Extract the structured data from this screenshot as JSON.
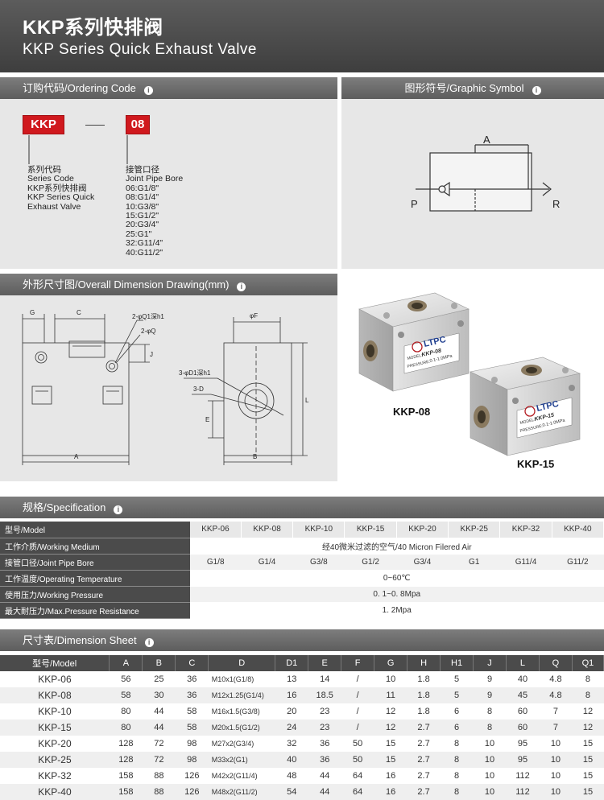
{
  "header": {
    "title_cn": "KKP系列快排阀",
    "title_en": "KKP Series Quick Exhaust Valve"
  },
  "ordering": {
    "bar_label": "订购代码/Ordering  Code",
    "series_code": "KKP",
    "bore_code": "08",
    "series_text": "系列代码\nSeries Code\nKKP系列快排阀\nKKP Series Quick\nExhaust Valve",
    "bore_text": "接管口径\nJoint Pipe Bore\n06:G1/8\"\n08:G1/4\"\n10:G3/8\"\n15:G1/2\"\n20:G3/4\"\n25:G1\"\n32:G11/4\"\n40:G11/2\""
  },
  "graphic_symbol": {
    "bar_label": "图形符号/Graphic Symbol",
    "port_a": "A",
    "port_p": "P",
    "port_r": "R"
  },
  "drawing": {
    "bar_label": "外形尺寸图/Overall Dimension Drawing(mm)",
    "labels": {
      "g": "G",
      "c": "C",
      "q1": "2-φQ1深h1",
      "q": "2-φQ",
      "j": "J",
      "a": "A",
      "f": "φF",
      "d1": "3-φD1深h1",
      "d": "3-D",
      "l": "L",
      "e": "E",
      "b": "B"
    }
  },
  "photo": {
    "brand": "LTPC",
    "model_08": "KKP-08",
    "model_15": "KKP-15",
    "plate_model_label": "MODEL:",
    "plate_pressure_label": "PRESSURE:",
    "plate_pressure": "0.1-1.0MPa",
    "caption_08": "KKP-08",
    "caption_15": "KKP-15"
  },
  "specification": {
    "bar_label": "规格/Specification",
    "header_label": "型号/Model",
    "models": [
      "KKP-06",
      "KKP-08",
      "KKP-10",
      "KKP-15",
      "KKP-20",
      "KKP-25",
      "KKP-32",
      "KKP-40"
    ],
    "working_medium_label": "工作介质/Working Medium",
    "working_medium": "经40微米过滤的空气/40 Micron Filered Air",
    "pipe_bore_label": "接管口径/Joint Pipe Bore",
    "pipe_bores": [
      "G1/8",
      "G1/4",
      "G3/8",
      "G1/2",
      "G3/4",
      "G1",
      "G11/4",
      "G11/2"
    ],
    "temperature_label": "工作温度/Operating Temperature",
    "temperature": "0~60℃",
    "pressure_label": "使用压力/Working Pressure",
    "pressure": "0. 1~0. 8Mpa",
    "max_pressure_label": "最大耐压力/Max.Pressure Resistance",
    "max_pressure": "1. 2Mpa"
  },
  "dimension_sheet": {
    "bar_label": "尺寸表/Dimension Sheet",
    "columns": [
      "型号/Model",
      "A",
      "B",
      "C",
      "D",
      "D1",
      "E",
      "F",
      "G",
      "H",
      "H1",
      "J",
      "L",
      "Q",
      "Q1"
    ],
    "rows": [
      [
        "KKP-06",
        "56",
        "25",
        "36",
        "M10x1(G1/8)",
        "13",
        "14",
        "/",
        "10",
        "1.8",
        "5",
        "9",
        "40",
        "4.8",
        "8"
      ],
      [
        "KKP-08",
        "58",
        "30",
        "36",
        "M12x1.25(G1/4)",
        "16",
        "18.5",
        "/",
        "11",
        "1.8",
        "5",
        "9",
        "45",
        "4.8",
        "8"
      ],
      [
        "KKP-10",
        "80",
        "44",
        "58",
        "M16x1.5(G3/8)",
        "20",
        "23",
        "/",
        "12",
        "1.8",
        "6",
        "8",
        "60",
        "7",
        "12"
      ],
      [
        "KKP-15",
        "80",
        "44",
        "58",
        "M20x1.5(G1/2)",
        "24",
        "23",
        "/",
        "12",
        "2.7",
        "6",
        "8",
        "60",
        "7",
        "12"
      ],
      [
        "KKP-20",
        "128",
        "72",
        "98",
        "M27x2(G3/4)",
        "32",
        "36",
        "50",
        "15",
        "2.7",
        "8",
        "10",
        "95",
        "10",
        "15"
      ],
      [
        "KKP-25",
        "128",
        "72",
        "98",
        "M33x2(G1)",
        "40",
        "36",
        "50",
        "15",
        "2.7",
        "8",
        "10",
        "95",
        "10",
        "15"
      ],
      [
        "KKP-32",
        "158",
        "88",
        "126",
        "M42x2(G11/4)",
        "48",
        "44",
        "64",
        "16",
        "2.7",
        "8",
        "10",
        "112",
        "10",
        "15"
      ],
      [
        "KKP-40",
        "158",
        "88",
        "126",
        "M48x2(G11/2)",
        "54",
        "44",
        "64",
        "16",
        "2.7",
        "8",
        "10",
        "112",
        "10",
        "15"
      ]
    ]
  },
  "colors": {
    "accent_red": "#d0191e",
    "bar_gray": "#5d5d5d",
    "panel_gray": "#e7e7e7"
  }
}
